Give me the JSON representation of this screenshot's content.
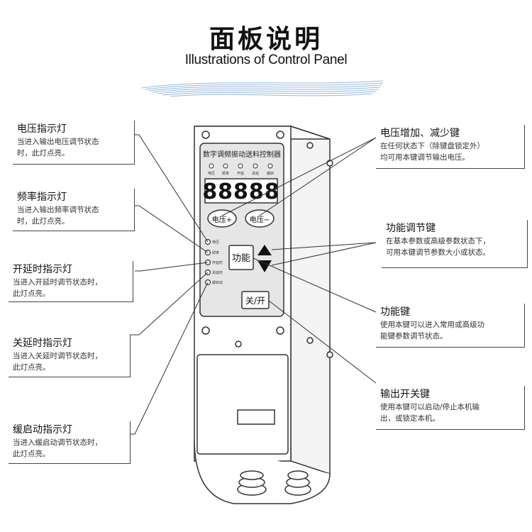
{
  "title": {
    "cn": "面板说明",
    "en": "Illustrations of Control Panel"
  },
  "device": {
    "panel_title": "数字调频振动送料控制器",
    "led_labels": [
      "电压",
      "频率",
      "开延",
      "关延",
      "缓启"
    ],
    "display": "88888",
    "buttons": {
      "voltage_up": "电压+",
      "voltage_down": "电压−",
      "function": "功能",
      "power": "关/开"
    },
    "indicator_labels": [
      "电压",
      "频率",
      "开延时",
      "关延时",
      "缓启动"
    ]
  },
  "callouts": {
    "voltage_led": {
      "title": "电压指示灯",
      "desc": [
        "当进入输出电压调节状态",
        "时，此灯点亮。"
      ]
    },
    "frequency_led": {
      "title": "频率指示灯",
      "desc": [
        "当进入输出频率调节状态",
        "时，此灯点亮。"
      ]
    },
    "on_delay_led": {
      "title": "开延时指示灯",
      "desc": [
        "当进入开延时调节状态时，",
        "此灯点亮。"
      ]
    },
    "off_delay_led": {
      "title": "关延时指示灯",
      "desc": [
        "当进入关延时调节状态时，",
        "此灯点亮。"
      ]
    },
    "soft_start_led": {
      "title": "缓启动指示灯",
      "desc": [
        "当进入缓启动调节状态时，",
        "此灯点亮。"
      ]
    },
    "voltage_keys": {
      "title": "电压增加、减少键",
      "desc": [
        "在任何状态下（除键盘锁定外）",
        "均可用本键调节输出电压。"
      ]
    },
    "adjust_keys": {
      "title": "功能调节键",
      "desc": [
        "在基本参数或高级参数状态下，",
        "可用本键调节参数大小或状态。"
      ]
    },
    "function_key": {
      "title": "功能键",
      "desc": [
        "使用本键可以进入常用或高级功",
        "能键参数调节状态。"
      ]
    },
    "power_key": {
      "title": "输出开关键",
      "desc": [
        "使用本键可以启动/停止本机输",
        "出，或锁定本机。"
      ]
    }
  }
}
